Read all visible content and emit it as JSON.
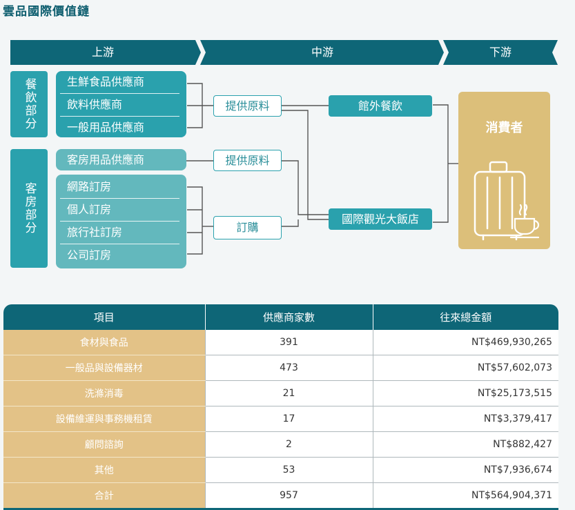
{
  "title": "雲品國際價值鏈",
  "stages": [
    "上游",
    "中游",
    "下游"
  ],
  "groups": {
    "food": {
      "label": "餐飲部分",
      "items": [
        "生鮮食品供應商",
        "飲料供應商",
        "一般用品供應商"
      ]
    },
    "room": {
      "label": "客房部分",
      "supply_items": [
        "客房用品供應商"
      ],
      "booking_items": [
        "網路訂房",
        "個人訂房",
        "旅行社訂房",
        "公司訂房"
      ]
    }
  },
  "flows": {
    "food_supply": "提供原料",
    "room_supply": "提供原料",
    "booking": "訂購"
  },
  "midstream": {
    "catering": "館外餐飲",
    "hotel": "國際觀光大飯店"
  },
  "downstream": {
    "consumer": "消費者"
  },
  "table": {
    "headers": [
      "項目",
      "供應商家數",
      "往來總金額"
    ],
    "rows": [
      {
        "item": "食材與食品",
        "count": "391",
        "amount": "NT$469,930,265"
      },
      {
        "item": "一般品與設備器材",
        "count": "473",
        "amount": "NT$57,602,073"
      },
      {
        "item": "洗滌消毒",
        "count": "21",
        "amount": "NT$25,173,515"
      },
      {
        "item": "設備維運與事務機租賃",
        "count": "17",
        "amount": "NT$3,379,417"
      },
      {
        "item": "顧問諮詢",
        "count": "2",
        "amount": "NT$882,427"
      },
      {
        "item": "其他",
        "count": "53",
        "amount": "NT$7,936,674"
      },
      {
        "item": "合計",
        "count": "957",
        "amount": "NT$564,904,371"
      }
    ]
  },
  "colors": {
    "header": "#0e6677",
    "teal": "#2aa1ad",
    "light_teal": "#63b8bd",
    "gold": "#dcbf7a",
    "cell_gold": "#e3c287"
  },
  "icons": [
    "suitcase-icon",
    "coffee-cup-icon"
  ]
}
